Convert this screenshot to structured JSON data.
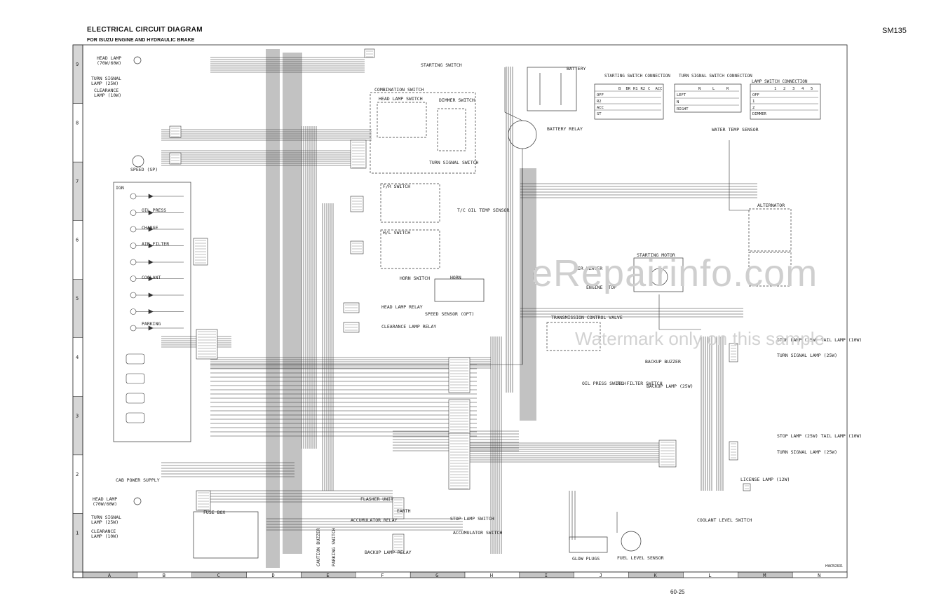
{
  "header": {
    "title": "ELECTRICAL CIRCUIT DIAGRAM",
    "subtitle": "FOR ISUZU ENGINE AND HYDRAULIC BRAKE",
    "doc_id": "SM135"
  },
  "footer": {
    "page_number": "60-25",
    "drawing_number": "HW252601"
  },
  "watermark": {
    "line1": "eRepairinfo.com",
    "line2": "Watermark only on this sample"
  },
  "grid": {
    "columns": [
      "A",
      "B",
      "C",
      "D",
      "E",
      "F",
      "G",
      "H",
      "I",
      "J",
      "K",
      "L",
      "M",
      "N"
    ],
    "rows": [
      "9",
      "8",
      "7",
      "6",
      "5",
      "4",
      "3",
      "2",
      "1"
    ]
  },
  "components": {
    "head_lamp_top": "HEAD LAMP",
    "head_lamp_top_rating": "(70W/60W)",
    "turn_signal_top": "TURN SIGNAL",
    "turn_signal_top_rating": "LAMP (25W)",
    "clearance_top": "CLEARANCE",
    "clearance_top_rating": "LAMP (10W)",
    "starting_switch": "STARTING SWITCH",
    "combination_switch": "COMBINATION SWITCH",
    "head_lamp_switch": "HEAD LAMP SWITCH",
    "dimmer_switch": "DIMMER SWITCH",
    "turn_signal_switch": "TURN SIGNAL SWITCH",
    "speedo": "SPEED (SP)",
    "ign": "IGN",
    "oil_press": "OIL PRESS",
    "charge": "CHARGE",
    "air_filter": "AIR FILTER",
    "coolant": "COOLANT",
    "parking": "PARKING",
    "fr_switch": "F/R SWITCH",
    "hl_switch": "H/L SWITCH",
    "tc_oil_temp": "T/C OIL TEMP SENSOR",
    "horn_switch": "HORN SWITCH",
    "horn": "HORN",
    "head_lamp_relay": "HEAD LAMP RELAY",
    "clearance_relay": "CLEARANCE LAMP RELAY",
    "speed_sensor": "SPEED SENSOR (OPT)",
    "battery": "BATTERY",
    "battery_relay": "BATTERY RELAY",
    "water_temp_sensor": "WATER TEMP SENSOR",
    "alternator": "ALTERNATOR",
    "starting_motor": "STARTING MOTOR",
    "air_heater": "AIR HEATER",
    "engine_stop": "ENGINE STOP",
    "transmission_valve": "TRANSMISSION CONTROL VALVE",
    "backup_buzzer": "BACKUP BUZZER",
    "oil_press_switch": "OIL PRESS SWITCH",
    "oil_filter_switch": "OIL FILTER SWITCH",
    "backup_lamp": "BACKUP LAMP (25W)",
    "stop_tail_top": "STOP LAMP (25W) TAIL LAMP (10W)",
    "turn_signal_right_top": "TURN SIGNAL LAMP (25W)",
    "stop_tail_bottom": "STOP LAMP (25W) TAIL LAMP (10W)",
    "turn_signal_right_bottom": "TURN SIGNAL LAMP (25W)",
    "license_lamp": "LICENSE LAMP (12W)",
    "cab_power": "CAB POWER SUPPLY",
    "head_lamp_bottom": "HEAD LAMP",
    "head_lamp_bottom_rating": "(70W/60W)",
    "turn_signal_bottom": "TURN SIGNAL",
    "turn_signal_bottom_rating": "LAMP (25W)",
    "clearance_bottom": "CLEARANCE",
    "clearance_bottom_rating": "LAMP (10W)",
    "fuse_box": "FUSE BOX",
    "caution_buzzer": "CAUTION BUZZER",
    "parking_switch": "PARKING SWITCH",
    "flasher_unit": "FLASHER UNIT",
    "earth": "EARTH",
    "accumulator_relay": "ACCUMULATOR RELAY",
    "backup_lamp_relay": "BACKUP LAMP RELAY",
    "stop_lamp_switch": "STOP LAMP SWITCH",
    "accumulator_switch": "ACCUMULATOR SWITCH",
    "glow_plugs": "GLOW PLUGS",
    "fuel_level_sensor": "FUEL LEVEL SENSOR",
    "coolant_level_switch": "COOLANT LEVEL SWITCH"
  },
  "tables": {
    "starting": {
      "title": "STARTING SWITCH CONNECTION",
      "cols": [
        "B",
        "BR",
        "R1",
        "R2",
        "C",
        "ACC"
      ],
      "rows": [
        "OFF",
        "R2",
        "ACC",
        "ST"
      ]
    },
    "turn": {
      "title": "TURN SIGNAL SWITCH CONNECTION",
      "cols": [
        "N",
        "L",
        "R"
      ],
      "rows": [
        "LEFT",
        "N",
        "RIGHT"
      ]
    },
    "lamp": {
      "title": "LAMP SWITCH CONNECTION",
      "cols": [
        "1",
        "2",
        "3",
        "4",
        "5"
      ],
      "rows": [
        "OFF",
        "1",
        "2",
        "DIMMER"
      ]
    }
  }
}
